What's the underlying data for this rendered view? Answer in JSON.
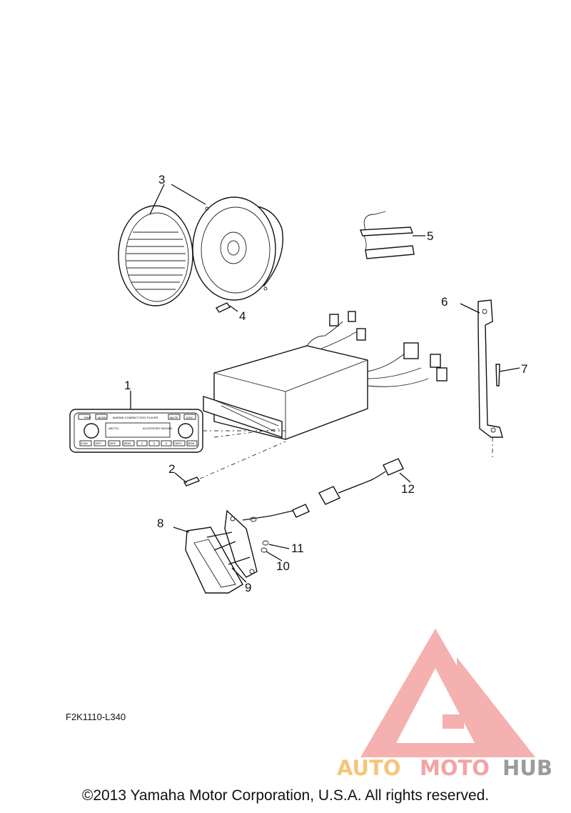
{
  "callouts": [
    {
      "id": "1",
      "label": "1"
    },
    {
      "id": "2",
      "label": "2"
    },
    {
      "id": "3",
      "label": "3"
    },
    {
      "id": "4",
      "label": "4"
    },
    {
      "id": "5",
      "label": "5"
    },
    {
      "id": "6",
      "label": "6"
    },
    {
      "id": "7",
      "label": "7"
    },
    {
      "id": "8",
      "label": "8"
    },
    {
      "id": "9",
      "label": "9"
    },
    {
      "id": "10",
      "label": "10"
    },
    {
      "id": "11",
      "label": "11"
    },
    {
      "id": "12",
      "label": "12"
    }
  ],
  "drawing_code": "F2K1110-L340",
  "copyright": "©2013 Yamaha Motor Corporation, U.S.A. All rights reserved.",
  "watermark": {
    "auto": "AUTO",
    "moto": "MOTO",
    "hub": "HUB",
    "colors": {
      "triangle": "#f4a3a3",
      "auto": "#f5c57a",
      "moto": "#f4a3a3",
      "hub": "#9b9b9b"
    }
  },
  "faceplate_labels": {
    "pwr": "PWR",
    "mode": "MODE",
    "title": "MARINE COMPACT DISC PLAYER",
    "mute": "MUTE",
    "disc": "DISC",
    "brand": "ARCTIC",
    "model": "ACCESSORY  MC6300",
    "buttons": [
      "SCAN",
      "1RPT",
      "2SHF",
      "3RDM",
      "4",
      "5",
      "6",
      "7INFO",
      "8ESN"
    ]
  },
  "colors": {
    "ink": "#111111",
    "background": "#ffffff"
  }
}
